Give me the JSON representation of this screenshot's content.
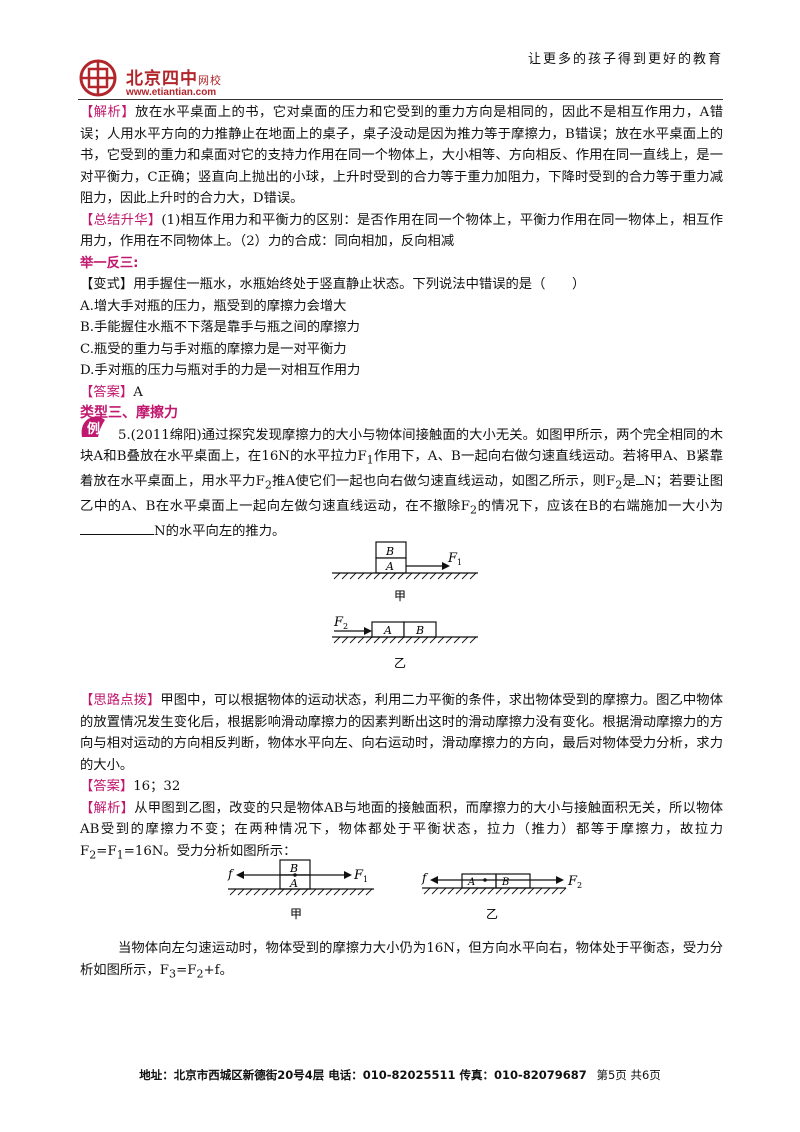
{
  "header": {
    "slogan": "让更多的孩子得到更好的教育",
    "brand": "北京四中",
    "brand_suffix": "网校",
    "url": "www.etiantian.com"
  },
  "analysis1": {
    "tag": "【解析】",
    "text": "放在水平桌面上的书，它对桌面的压力和它受到的重力方向是相同的，因此不是相互作用力，A错误；人用水平方向的力推静止在地面上的桌子，桌子没动是因为推力等于摩擦力，B错误；放在水平桌面上的书，它受到的重力和桌面对它的支持力作用在同一个物体上，大小相等、方向相反、作用在同一直线上，是一对平衡力，C正确；竖直向上抛出的小球，上升时受到的合力等于重力加阻力，下降时受到的合力等于重力减阻力，因此上升时的合力大，D错误。"
  },
  "summary": {
    "tag": "【总结升华】",
    "text": "(1)相互作用力和平衡力的区别：是否作用在同一个物体上，平衡力作用在同一物体上，相互作用力，作用在不同物体上。（2）力的合成：同向相加，反向相减"
  },
  "section_practice": "举一反三:",
  "variant": {
    "tag": "【变式】",
    "question": "用手握住一瓶水，水瓶始终处于竖直静止状态。下列说法中错误的是（　　）",
    "options": [
      "A.增大手对瓶的压力，瓶受到的摩擦力会增大",
      "B.手能握住水瓶不下落是靠手与瓶之间的摩擦力",
      "C.瓶受的重力与手对瓶的摩擦力是一对平衡力",
      "D.手对瓶的压力与瓶对手的力是一对相互作用力"
    ],
    "answer_tag": "【答案】",
    "answer": "A"
  },
  "section3": "类型三、摩擦力",
  "example_icon": "例",
  "question5": {
    "p1": "5.(2011绵阳)通过探究发现摩擦力的大小与物体间接触面的大小无关。如图甲所示，两个完全相同的木块A和B叠放在水平桌面上，在16N的水平拉力F",
    "sub1": "1",
    "p2": "作用下，A、B一起向右做匀速直线运动。若将甲A、B紧靠着放在水平桌面上，用水平力F",
    "sub2": "2",
    "p3": "推A使它们一起也向右做匀速直线运动，如图乙所示，则F",
    "sub3": "2",
    "p4": "是",
    "line2": "N；若要让图乙中的A、B在水平桌面上一起向左做匀速直线运动，在不撤除F",
    "sub4": "2",
    "line2b": "的情况下，应该在B的右端",
    "line3a": "施加一大小为",
    "line3b": "N的水平向左的推力。"
  },
  "figure1": {
    "label_B": "B",
    "label_A": "A",
    "label_F1": "F",
    "label_F1_sub": "1",
    "caption": "甲"
  },
  "figure2": {
    "label_F2": "F",
    "label_F2_sub": "2",
    "label_A": "A",
    "label_B": "B",
    "caption": "乙"
  },
  "hint": {
    "tag": "【思路点拨】",
    "text": "甲图中，可以根据物体的运动状态，利用二力平衡的条件，求出物体受到的摩擦力。图乙中物体的放置情况发生变化后，根据影响滑动摩擦力的因素判断出这时的滑动摩擦力没有变化。根据滑动摩擦力的方向与相对运动的方向相反判断，物体水平向左、向右运动时，滑动摩擦力的方向，最后对物体受力分析，求力的大小。"
  },
  "answer5": {
    "tag": "【答案】",
    "text": "16；32"
  },
  "analysis5": {
    "tag": "【解析】",
    "text1": "从甲图到乙图，改变的只是物体AB与地面的接触面积，而摩擦力的大小与接触面积无关，所以物体AB受到的摩擦力不变；在两种情况下，物体都处于平衡状态，拉力（推力）都等于摩擦力，故拉力F",
    "sub_a": "2",
    "eq": "=F",
    "sub_b": "1",
    "text2": "=16N。受力分析如图所示："
  },
  "figure3": {
    "label_f": "f",
    "label_B": "B",
    "label_A": "A",
    "label_F1": "F",
    "label_F1_sub": "1",
    "caption": "甲"
  },
  "figure4": {
    "label_f": "f",
    "label_A": "A",
    "label_B": "B",
    "label_F2": "F",
    "label_F2_sub": "2",
    "caption": "乙"
  },
  "final": {
    "text1": "当物体向左匀速运动时，物体受到的摩擦力大小仍为16N，但方向水平向右，物体处于平衡态，受力分析如图所示，F",
    "sub_a": "3",
    "eq": "=F",
    "sub_b": "2",
    "text2": "+f。"
  },
  "footer": {
    "address": "地址：北京市西城区新德街20号4层  电话：010-82025511  传真：010-82079687",
    "page": "第5页  共6页"
  },
  "colors": {
    "accent": "#c0186e",
    "brand": "#b1252b"
  }
}
